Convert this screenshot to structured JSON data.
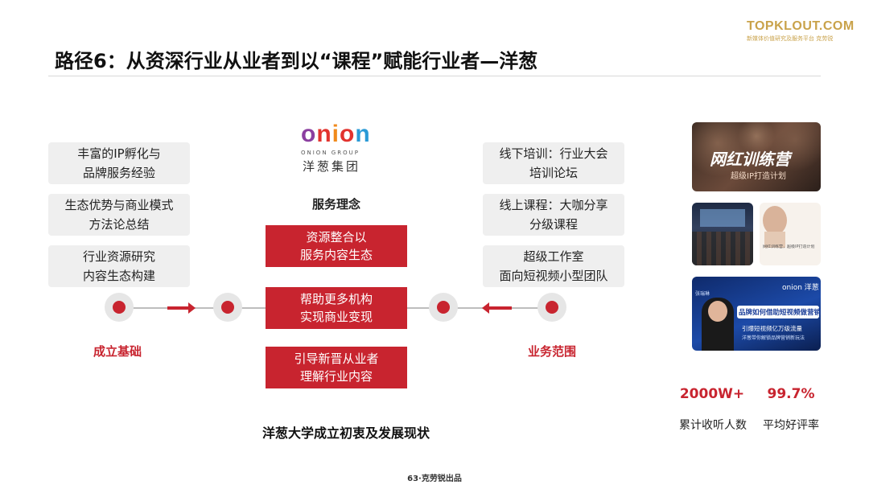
{
  "brand": {
    "logo": "TOPKLOUT.COM",
    "tagline": "新媒体价值研究及服务平台 克劳锐"
  },
  "title": "路径6：从资深行业从业者到以“课程”赋能行业者—洋葱",
  "left_boxes": [
    "丰富的IP孵化与\n品牌服务经验",
    "生态优势与商业模式\n方法论总结",
    "行业资源研究\n内容生态构建"
  ],
  "right_boxes": [
    "线下培训：行业大会\n培训论坛",
    "线上课程：大咖分享\n分级课程",
    "超级工作室\n面向短视频小型团队"
  ],
  "center": {
    "logo_word": "onion",
    "logo_group": "ONION GROUP",
    "logo_cn": "洋葱集团",
    "heading": "服务理念",
    "boxes": [
      "资源整合以\n服务内容生态",
      "帮助更多机构\n实现商业变现",
      "引导新晋从业者\n理解行业内容"
    ]
  },
  "labels": {
    "left": "成立基础",
    "right": "业务范围"
  },
  "caption": "洋葱大学成立初衷及发展现状",
  "thumbs": {
    "t1_title": "网红训练营",
    "t1_sub": "超级IP打造计划",
    "t3_text": "网红训练营，超级IP打造计划",
    "t4_brand": "onion 洋葱",
    "t4_title": "品牌如何借助短视频做营销?",
    "t4_sub": "引爆短视频亿万级流量",
    "t4_sub2": "洋葱带你解锁品牌营销新玩法",
    "t4_name": "张瑞琳"
  },
  "stats": [
    {
      "value": "2000W+",
      "label": "累计收听人数"
    },
    {
      "value": "99.7%",
      "label": "平均好评率"
    }
  ],
  "footer": "63·克劳锐出品",
  "colors": {
    "accent": "#c8242f",
    "gold": "#c9a24a",
    "box_gray": "#efefef"
  }
}
